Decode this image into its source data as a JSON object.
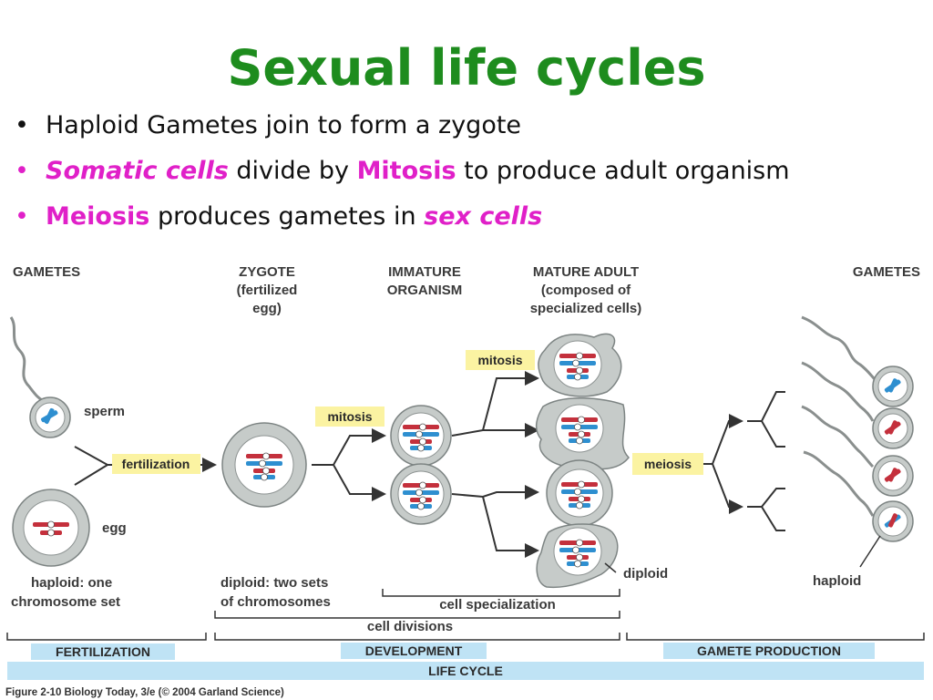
{
  "title": "Sexual life cycles",
  "bullets": {
    "b1": {
      "text": "Haploid Gametes join to form a zygote"
    },
    "b2": {
      "em1": "Somatic cells",
      "mid": " divide by ",
      "em2": "Mitosis",
      "tail": " to produce adult organism"
    },
    "b3": {
      "em1": "Meiosis",
      "mid": " produces gametes in ",
      "em2": "sex cells"
    }
  },
  "diagram": {
    "headers": {
      "gametes_left": "GAMETES",
      "zygote_1": "ZYGOTE",
      "zygote_2": "(fertilized",
      "zygote_3": "egg)",
      "immature_1": "IMMATURE",
      "immature_2": "ORGANISM",
      "mature_1": "MATURE ADULT",
      "mature_2": "(composed of",
      "mature_3": "specialized cells)",
      "gametes_right": "GAMETES"
    },
    "labels": {
      "sperm": "sperm",
      "egg": "egg",
      "fertilization": "fertilization",
      "mitosis_1": "mitosis",
      "mitosis_2": "mitosis",
      "meiosis": "meiosis",
      "diploid": "diploid",
      "haploid": "haploid",
      "haploid_desc_1": "haploid: one",
      "haploid_desc_2": "chromosome set",
      "diploid_desc_1": "diploid: two sets",
      "diploid_desc_2": "of chromosomes",
      "cell_specialization": "cell specialization",
      "cell_divisions": "cell divisions"
    },
    "phases": {
      "fertilization": "FERTILIZATION",
      "development": "DEVELOPMENT",
      "gamete_production": "GAMETE PRODUCTION",
      "life_cycle": "LIFE CYCLE"
    },
    "caption": "Figure 2-10  Biology Today, 3/e (© 2004 Garland Science)",
    "colors": {
      "highlight": "#fbf3a2",
      "phase_bar": "#bfe3f5",
      "red_chrom": "#c4303c",
      "blue_chrom": "#2e8fd0",
      "cell_fill": "#c6cbc9",
      "cell_inner": "#ffffff"
    }
  }
}
